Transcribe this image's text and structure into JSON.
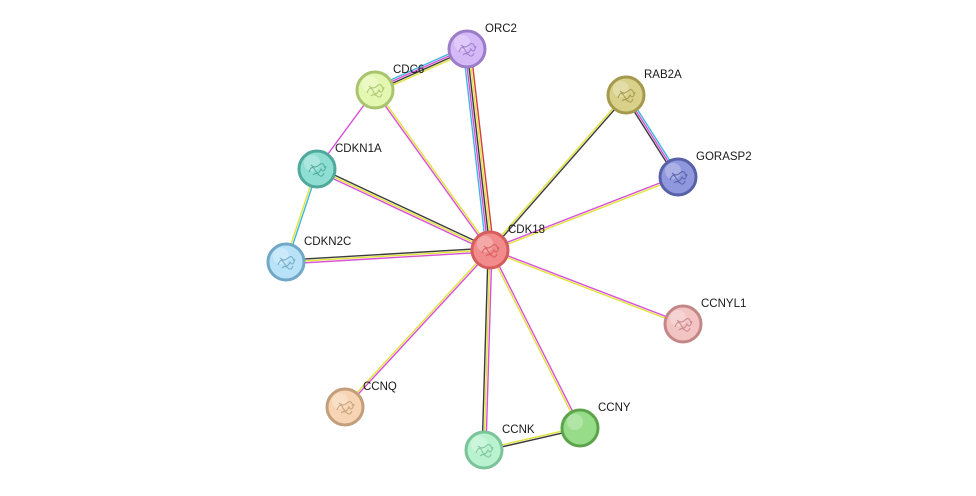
{
  "network": {
    "nodes": [
      {
        "id": "CDK18",
        "label": "CDK18",
        "fill": "#f28b8b",
        "stroke": "#d65d5d",
        "structure": true
      },
      {
        "id": "ORC2",
        "label": "ORC2",
        "fill": "#d4b8f7",
        "stroke": "#9a7cc9",
        "structure": true
      },
      {
        "id": "CDC6",
        "label": "CDC6",
        "fill": "#e4f7b0",
        "stroke": "#a9c46e",
        "structure": true
      },
      {
        "id": "CDKN1A",
        "label": "CDKN1A",
        "fill": "#8fded4",
        "stroke": "#4fa99b",
        "structure": true
      },
      {
        "id": "CDKN2C",
        "label": "CDKN2C",
        "fill": "#b8e2f7",
        "stroke": "#72a8c7",
        "structure": true
      },
      {
        "id": "RAB2A",
        "label": "RAB2A",
        "fill": "#d9d08a",
        "stroke": "#a49a4e",
        "structure": true
      },
      {
        "id": "GORASP2",
        "label": "GORASP2",
        "fill": "#8f97dd",
        "stroke": "#5861a8",
        "structure": true
      },
      {
        "id": "CCNYL1",
        "label": "CCNYL1",
        "fill": "#f2c4c4",
        "stroke": "#c48787",
        "structure": true
      },
      {
        "id": "CCNY",
        "label": "CCNY",
        "fill": "#97dc89",
        "stroke": "#5ca44c",
        "structure": false
      },
      {
        "id": "CCNK",
        "label": "CCNK",
        "fill": "#b8f2cf",
        "stroke": "#7bc398",
        "structure": true
      },
      {
        "id": "CCNQ",
        "label": "CCNQ",
        "fill": "#f7d4b3",
        "stroke": "#c49e7b",
        "structure": true
      }
    ],
    "edges": [
      {
        "source": "CDK18",
        "target": "ORC2",
        "colors": [
          "#3fb6e0",
          "#d94fd6",
          "#3a3a3a",
          "#e0e33a",
          "#d63a3a"
        ]
      },
      {
        "source": "CDK18",
        "target": "CDC6",
        "colors": [
          "#d94fd6",
          "#e0e33a"
        ]
      },
      {
        "source": "CDK18",
        "target": "CDKN1A",
        "colors": [
          "#d94fd6",
          "#e0e33a",
          "#3a3a3a"
        ]
      },
      {
        "source": "CDK18",
        "target": "CDKN2C",
        "colors": [
          "#d94fd6",
          "#e0e33a",
          "#3a3a3a"
        ]
      },
      {
        "source": "CDK18",
        "target": "RAB2A",
        "colors": [
          "#e0e33a",
          "#3a3a3a"
        ]
      },
      {
        "source": "CDK18",
        "target": "GORASP2",
        "colors": [
          "#d94fd6",
          "#e0e33a"
        ]
      },
      {
        "source": "CDK18",
        "target": "CCNYL1",
        "colors": [
          "#d94fd6",
          "#e0e33a"
        ]
      },
      {
        "source": "CDK18",
        "target": "CCNY",
        "colors": [
          "#d94fd6",
          "#e0e33a"
        ]
      },
      {
        "source": "CDK18",
        "target": "CCNK",
        "colors": [
          "#d94fd6",
          "#e0e33a",
          "#3a3a3a"
        ]
      },
      {
        "source": "CDK18",
        "target": "CCNQ",
        "colors": [
          "#d94fd6",
          "#e0e33a"
        ]
      },
      {
        "source": "CDC6",
        "target": "ORC2",
        "colors": [
          "#3fb6e0",
          "#d94fd6",
          "#3a3a3a",
          "#e0e33a"
        ]
      },
      {
        "source": "CDC6",
        "target": "CDKN1A",
        "colors": [
          "#d94fd6"
        ]
      },
      {
        "source": "CDKN1A",
        "target": "CDKN2C",
        "colors": [
          "#3fb6e0",
          "#e0e33a"
        ]
      },
      {
        "source": "RAB2A",
        "target": "GORASP2",
        "colors": [
          "#3fb6e0",
          "#d94fd6",
          "#3a3a3a"
        ]
      },
      {
        "source": "CCNK",
        "target": "CCNY",
        "colors": [
          "#e0e33a",
          "#3a3a3a"
        ]
      }
    ]
  }
}
